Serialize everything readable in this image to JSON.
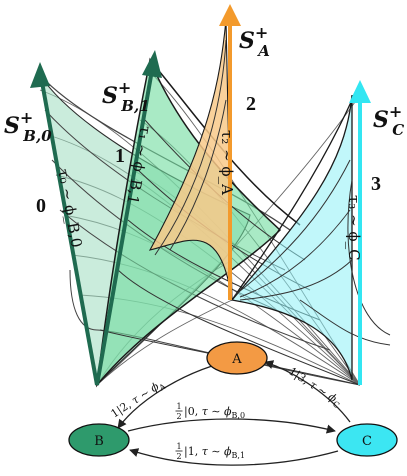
{
  "axes": {
    "sb0": {
      "label": "S",
      "sup": "+",
      "sub": "B,0",
      "color": "#1f6b50",
      "fill": "#9fdcbf",
      "number": "0",
      "annotation": "τ₀ ∼ ϕ_B,0"
    },
    "sb1": {
      "label": "S",
      "sup": "+",
      "sub": "B,1",
      "color": "#1f6b50",
      "fill": "#6fdc9f",
      "number": "1",
      "annotation": "τ₁ ∼ ϕ_B,1"
    },
    "sa": {
      "label": "S",
      "sup": "+",
      "sub": "A",
      "color": "#f39a2c",
      "fill": "#f8c98a",
      "number": "2",
      "annotation": "τ₂ ∼ ϕ_A"
    },
    "sc": {
      "label": "S",
      "sup": "+",
      "sub": "C",
      "color": "#33e6f2",
      "fill": "#8ef0f5",
      "number": "3",
      "annotation": "τ₃ ∼ ϕ_C"
    }
  },
  "graph": {
    "nodes": {
      "a": {
        "label": "A",
        "color": "#f39a44"
      },
      "b": {
        "label": "B",
        "color": "#2e9a6c"
      },
      "c": {
        "label": "C",
        "color": "#3ce6f2"
      }
    },
    "edges": {
      "a_to_b": {
        "prefix": "1|2, ",
        "tau": "τ",
        "sim": " ∼ ",
        "phi": "ϕ",
        "sub": "A"
      },
      "c_to_a": {
        "prefix": "1|3, ",
        "tau": "τ",
        "sim": " ∼ ",
        "phi": "ϕ",
        "sub": "C"
      },
      "b_to_c": {
        "frac_num": "1",
        "frac_den": "2",
        "prefix": "|0, ",
        "tau": "τ",
        "sim": " ∼ ",
        "phi": "ϕ",
        "sub": "B,0"
      },
      "c_to_b": {
        "frac_num": "1",
        "frac_den": "2",
        "prefix": "|1, ",
        "tau": "τ",
        "sim": " ∼ ",
        "phi": "ϕ",
        "sub": "B,1"
      }
    }
  }
}
